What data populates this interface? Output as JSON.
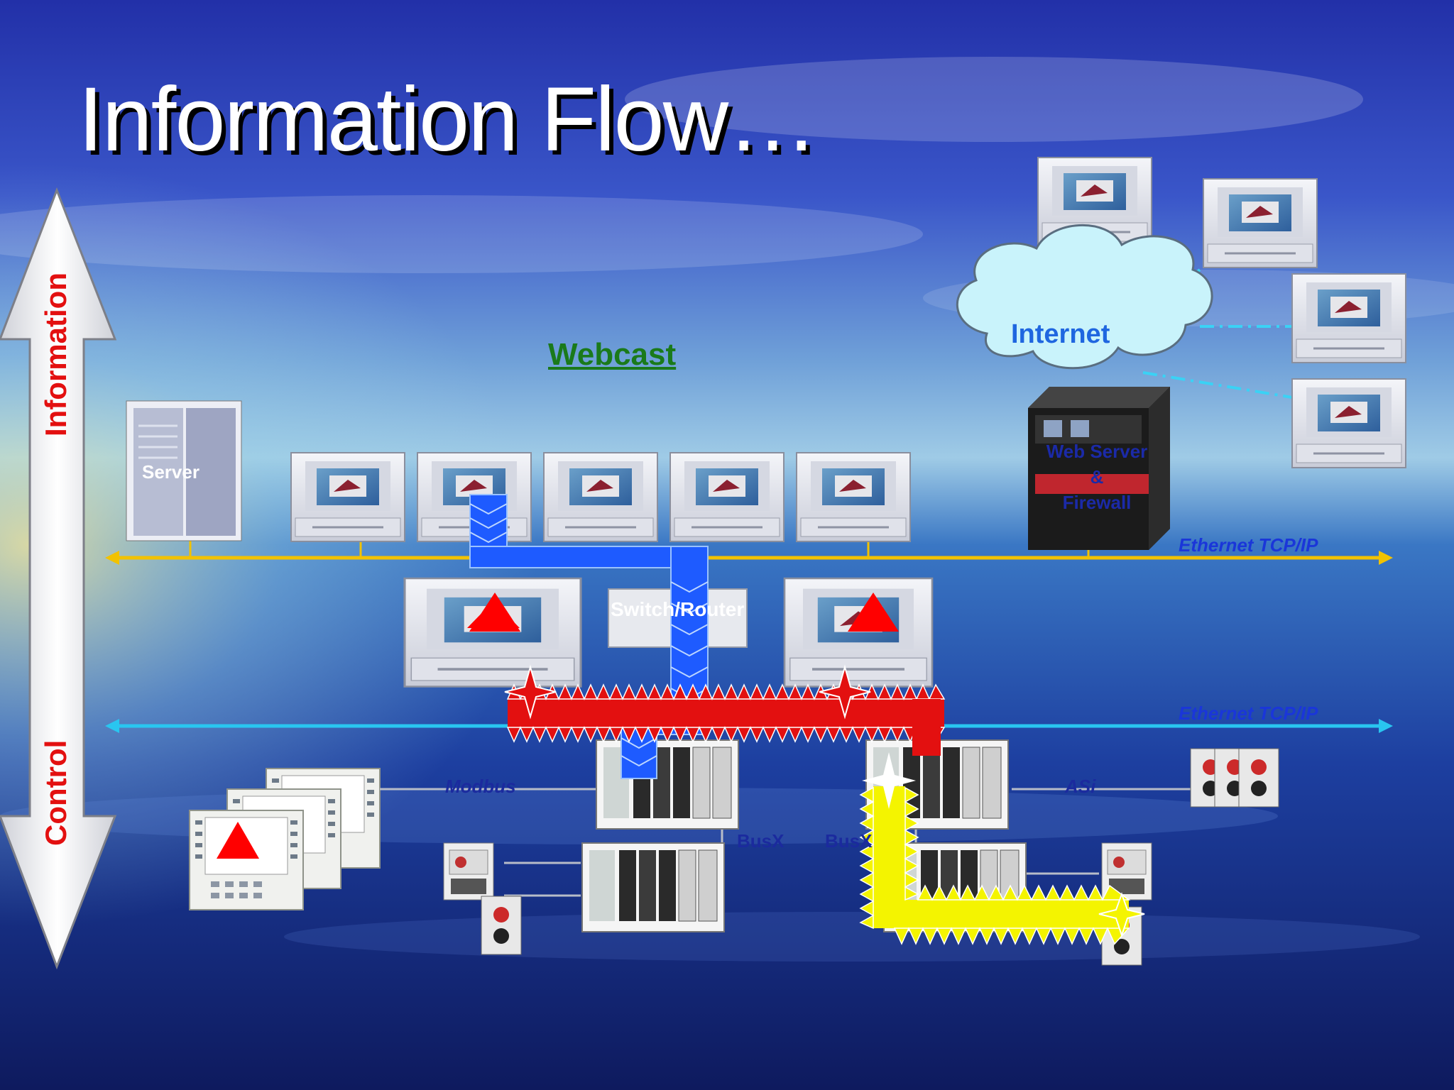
{
  "slide": {
    "title": "Information Flow…",
    "webcast": "Webcast",
    "axis_top": "Information",
    "axis_bottom": "Control"
  },
  "labels": {
    "server": "Server",
    "internet": "Internet",
    "web_server": "Web Server",
    "ampersand": "&",
    "firewall": "Firewall",
    "ethernet_top": "Ethernet TCP/IP",
    "ethernet_bottom": "Ethernet TCP/IP",
    "switch_router": "Switch/Router",
    "modbus": "Modbus",
    "asi": "ASi",
    "busx_left": "BusX",
    "busx_right": "BusX"
  },
  "colors": {
    "information_network": "#f2c200",
    "control_network": "#29c6f0",
    "information_flow": "#1e5bff",
    "control_flow": "#e31010",
    "field_flow": "#f4f400",
    "axis_label": "#e31010"
  }
}
